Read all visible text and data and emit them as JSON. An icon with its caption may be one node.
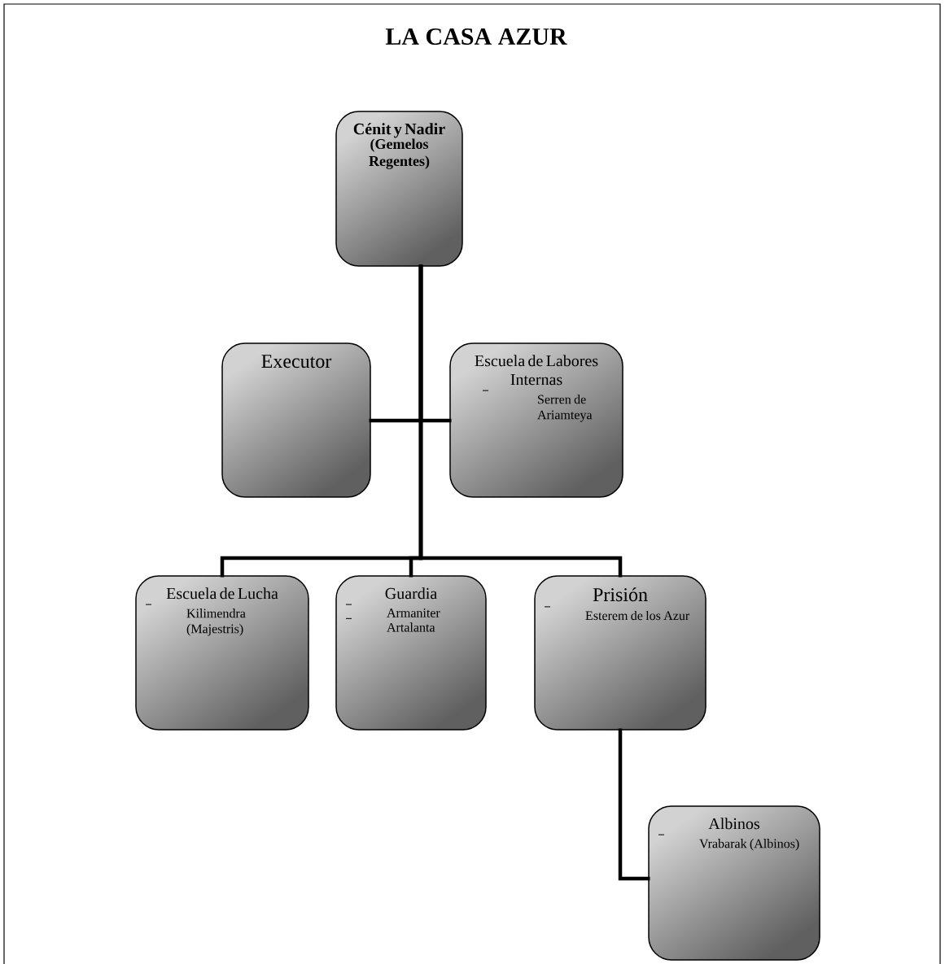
{
  "diagram": {
    "title": "LA CASA AZUR",
    "nodes": [
      {
        "text": [
          "Cénit y Nadir",
          "(Gemelos Regentes)"
        ]
      },
      {
        "text": [
          "Executor"
        ]
      },
      {
        "text": [
          "Escuela de Labores Internas",
          "Serren de Ariamteya"
        ]
      },
      {
        "text": [
          "Escuela de Lucha",
          "Kilimendra (Majestris)"
        ]
      },
      {
        "text": [
          "Guardia",
          "Armaniter",
          "Artalanta"
        ]
      },
      {
        "text": [
          "Prisión",
          "Esterem de los Azur"
        ]
      },
      {
        "text": [
          "Albinos",
          "Vrabarak (Albinos)"
        ]
      }
    ],
    "edges": [
      {
        "from": 0,
        "to": 1,
        "arrow": "none"
      },
      {
        "from": 0,
        "to": 2,
        "arrow": "none"
      },
      {
        "from": 0,
        "to": 3,
        "arrow": "none"
      },
      {
        "from": 0,
        "to": 4,
        "arrow": "none"
      },
      {
        "from": 0,
        "to": 5,
        "arrow": "none"
      },
      {
        "from": 5,
        "to": 6,
        "arrow": "none"
      }
    ]
  }
}
